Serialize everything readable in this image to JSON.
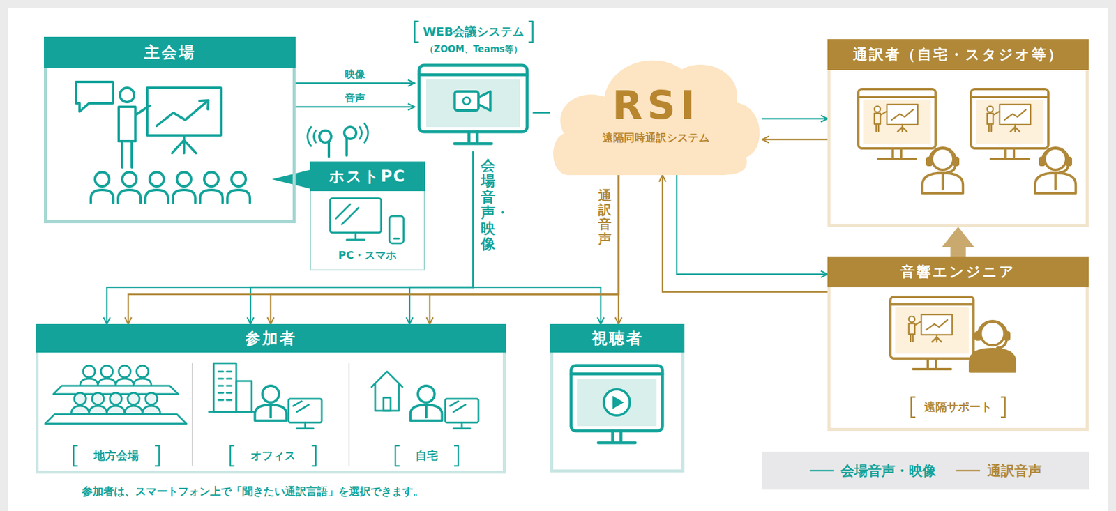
{
  "diagram": {
    "nodes": [
      {
        "text": [
          "主会場"
        ]
      },
      {
        "text": [
          "WEB会議システム",
          "（ZOOM、Teams等）"
        ]
      },
      {
        "text": [
          "ホストPC",
          "PC・スマホ"
        ]
      },
      {
        "text": [
          "RSI",
          "遠隔同時通訳システム"
        ]
      },
      {
        "text": [
          "通訳者（自宅・スタジオ等）"
        ]
      },
      {
        "text": [
          "音響エンジニア",
          "遠隔サポート"
        ]
      },
      {
        "text": [
          "参加者"
        ]
      },
      {
        "text": [
          "地方会場"
        ],
        "in": 6
      },
      {
        "text": [
          "オフィス"
        ],
        "in": 6
      },
      {
        "text": [
          "自宅"
        ],
        "in": 6
      },
      {
        "text": [
          "視聴者"
        ]
      }
    ],
    "edges": [
      {
        "from": 0,
        "to": 1,
        "arrow": "to",
        "label": "映像"
      },
      {
        "from": 0,
        "to": 1,
        "arrow": "to",
        "label": "音声"
      },
      {
        "from": 1,
        "to": 3,
        "arrow": "none"
      },
      {
        "from": 3,
        "to": 4,
        "arrow": "to"
      },
      {
        "from": 4,
        "to": 3,
        "arrow": "to"
      },
      {
        "from": 3,
        "to": 5,
        "arrow": "to"
      },
      {
        "from": 5,
        "to": 3,
        "arrow": "to"
      },
      {
        "from": 5,
        "to": 4,
        "arrow": "to"
      },
      {
        "from": 1,
        "to": 7,
        "arrow": "to",
        "label": "会場音声・映像"
      },
      {
        "from": 1,
        "to": 8,
        "arrow": "to"
      },
      {
        "from": 1,
        "to": 9,
        "arrow": "to"
      },
      {
        "from": 1,
        "to": 10,
        "arrow": "to"
      },
      {
        "from": 3,
        "to": 7,
        "arrow": "to",
        "label": "通訳音声"
      },
      {
        "from": 3,
        "to": 8,
        "arrow": "to"
      },
      {
        "from": 3,
        "to": 9,
        "arrow": "to"
      },
      {
        "from": 3,
        "to": 10,
        "arrow": "to"
      }
    ],
    "labels": [
      "参加者は、スマートフォン上で「聞きたい通訳言語」を選択できます。"
    ],
    "legend": [
      {
        "text": "会場音声・映像"
      },
      {
        "text": "通訳音声"
      }
    ]
  }
}
